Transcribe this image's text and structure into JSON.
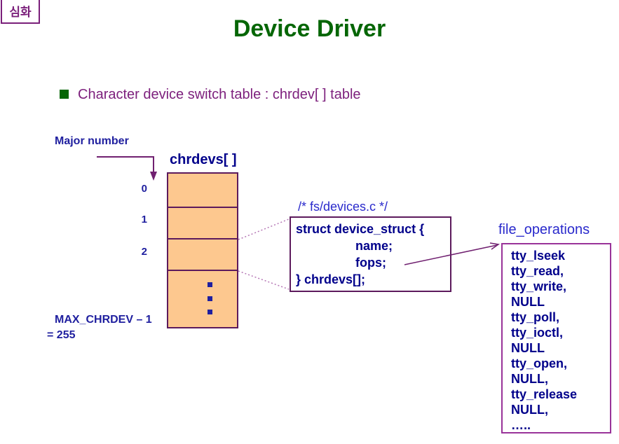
{
  "badge": {
    "label": "심화"
  },
  "title": "Device Driver",
  "bullet": {
    "text": "Character device switch table : chrdev[ ] table"
  },
  "diagram": {
    "major_number_label": "Major number",
    "array_label": "chrdevs[ ]",
    "row_indices": [
      "0",
      "1",
      "2"
    ],
    "max_label_line1": "MAX_CHRDEV – 1",
    "max_label_line2": "= 255",
    "source_comment": "/* fs/devices.c */",
    "struct_code": {
      "line1": "struct device_struct {",
      "line2": "name;",
      "line3": "fops;",
      "line4": "} chrdevs[];"
    },
    "fops_label": "file_operations",
    "fops_entries": [
      "tty_lseek",
      "tty_read,",
      "tty_write,",
      "NULL",
      "tty_poll,",
      "tty_ioctl,",
      "NULL",
      "tty_open,",
      "NULL,",
      "tty_release",
      "NULL,",
      "….."
    ]
  },
  "colors": {
    "title_green": "#056605",
    "bullet_purple": "#7D207D",
    "navy_text": "#1F1F9F",
    "code_navy": "#00008B",
    "blue_label": "#2A2ACC",
    "table_fill": "#FDC88F",
    "dark_border": "#5C1A5C",
    "fops_border": "#993399",
    "arrow_purple": "#702070",
    "dotted_purple": "#B577B5"
  }
}
